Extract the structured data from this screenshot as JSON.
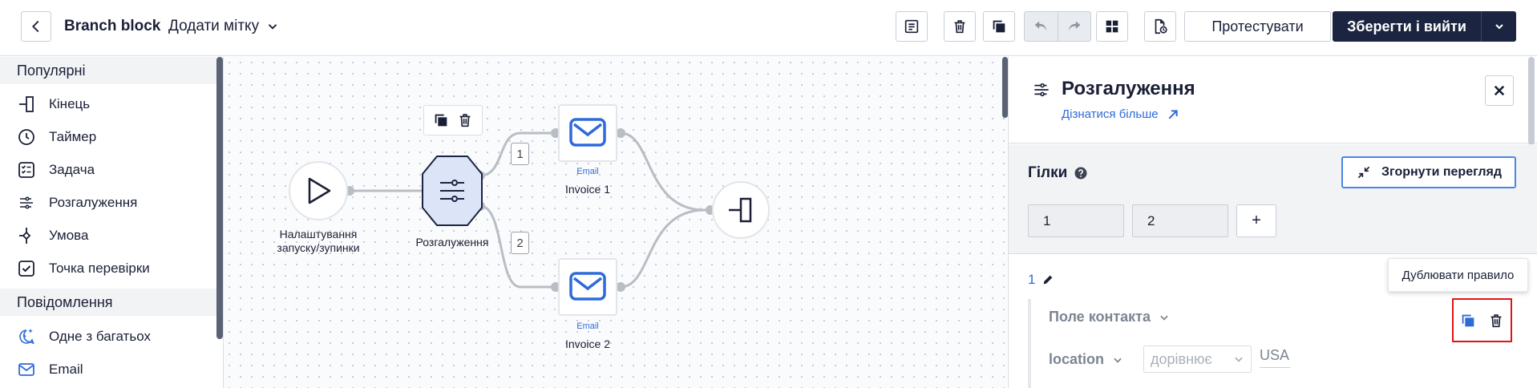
{
  "header": {
    "title": "Branch block",
    "add_tag": "Додати мітку",
    "test_label": "Протестувати",
    "save_label": "Зберегти і вийти"
  },
  "sidebar": {
    "sections": [
      {
        "title": "Популярні",
        "items": [
          {
            "label": "Кінець",
            "icon": "exit-icon"
          },
          {
            "label": "Таймер",
            "icon": "timer-icon"
          },
          {
            "label": "Задача",
            "icon": "task-icon"
          },
          {
            "label": "Розгалуження",
            "icon": "branch-icon"
          },
          {
            "label": "Умова",
            "icon": "condition-icon"
          },
          {
            "label": "Точка перевірки",
            "icon": "checkpoint-icon"
          }
        ]
      },
      {
        "title": "Повідомлення",
        "items": [
          {
            "label": "Одне з багатьох",
            "icon": "sparkle-icon"
          },
          {
            "label": "Email",
            "icon": "email-icon"
          }
        ]
      }
    ]
  },
  "canvas": {
    "start_label": "Налаштування запуску/зупинки",
    "branch_label": "Розгалуження",
    "email_kind": "Email",
    "email1_label": "Invoice 1",
    "email2_label": "Invoice 2",
    "badge1": "1",
    "badge2": "2"
  },
  "panel": {
    "title": "Розгалуження",
    "learn_more": "Дізнатися більше",
    "branches_title": "Гілки",
    "collapse_label": "Згорнути перегляд",
    "branch_tabs": [
      "1",
      "2"
    ],
    "add_label": "+",
    "rule_number": "1",
    "field_label": "Поле контакта",
    "condition_field": "location",
    "operator": "дорівнює",
    "value": "USA",
    "tooltip": "Дублювати правило"
  },
  "colors": {
    "primary_dark": "#1b2440",
    "link_blue": "#2f6ad9",
    "highlight_red": "#e01414",
    "branch_node_fill": "#dbe5f7"
  }
}
